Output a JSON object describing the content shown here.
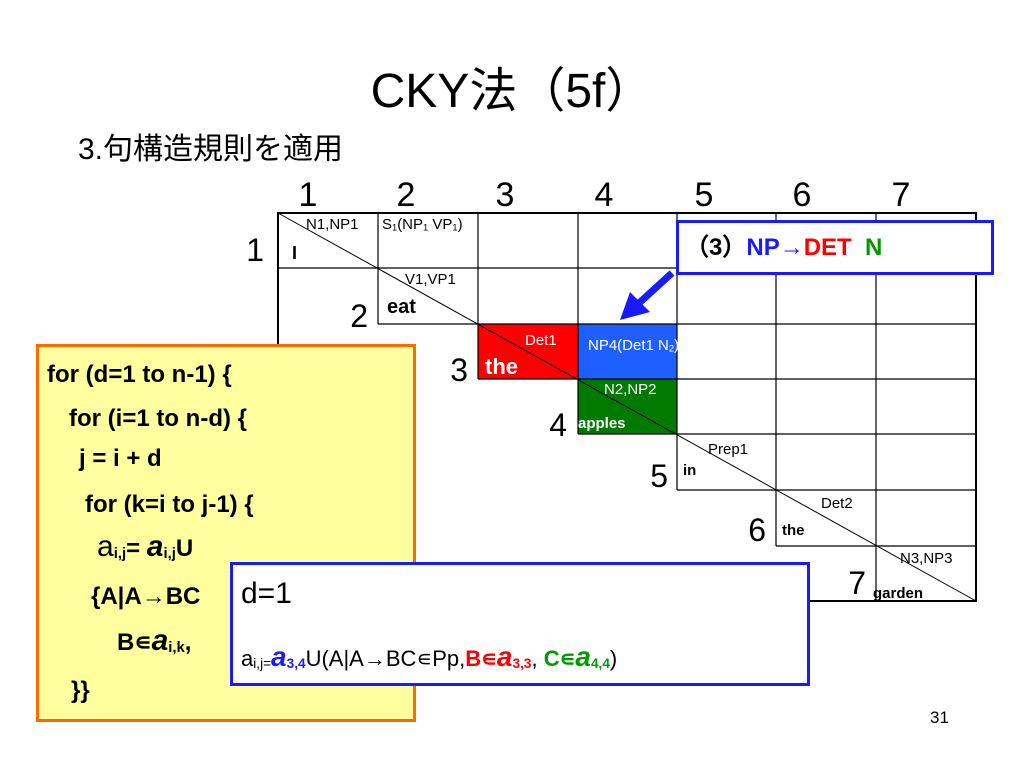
{
  "title": "CKY法（5f）",
  "subtitle": "3.句構造規則を適用",
  "columns": [
    "1",
    "2",
    "3",
    "4",
    "5",
    "6",
    "7"
  ],
  "rows": [
    "1",
    "2",
    "3",
    "4",
    "5",
    "6",
    "7"
  ],
  "words": [
    "I",
    "eat",
    "the",
    "apples",
    "in",
    "the",
    "garden"
  ],
  "cells": {
    "c11": "N1,NP1",
    "c12_a": "S",
    "c12_b": "1",
    "c12_c": "(NP",
    "c12_d": "1",
    "c12_e": " VP",
    "c12_f": "1",
    "c12_g": ")",
    "c22": "V1,VP1",
    "c33": "Det1",
    "c34_a": "NP4(Det1 N",
    "c34_b": "2",
    "c34_c": ")",
    "c44": "N2,NP2",
    "c55": "Prep1",
    "c66": "Det2",
    "c77": "N3,NP3"
  },
  "rule": {
    "num": "（3）",
    "lhs": "NP",
    "arrow": "→",
    "det": "DET",
    "n": "N"
  },
  "code": {
    "l1": "for (d=1   to   n-1) {",
    "l2": "for (i=1   to   n-d) {",
    "l3": "j = i + d",
    "l4": "for   (k=i   to   j-1) {",
    "l5_a": "a",
    "l5_b": "i,j",
    "l5_c": "= ",
    "l5_d": "a",
    "l5_e": "i,j",
    "l5_f": "U",
    "l6": "{A|A→BC",
    "l7_a": "B∊",
    "l7_b": "a",
    "l7_c": "i,k",
    "l8": "}}"
  },
  "dbox": {
    "line1": "d=1",
    "a": "a",
    "ij": "i,j=",
    "a34": "a",
    "s34": "3,4",
    "mid": "U(A|A→BC∊Pp,",
    "b": "B∊",
    "a33": "a",
    "s33": "3,3",
    "comma": ", ",
    "c": "C∊",
    "a44": "a",
    "s44": "4,4",
    "close": ")"
  },
  "page_number": "31",
  "colors": {
    "red": "#ff0000",
    "blue": "#1a1aff",
    "green": "#007a00",
    "orange": "#ff6a00",
    "yellow": "#ffffa0"
  }
}
